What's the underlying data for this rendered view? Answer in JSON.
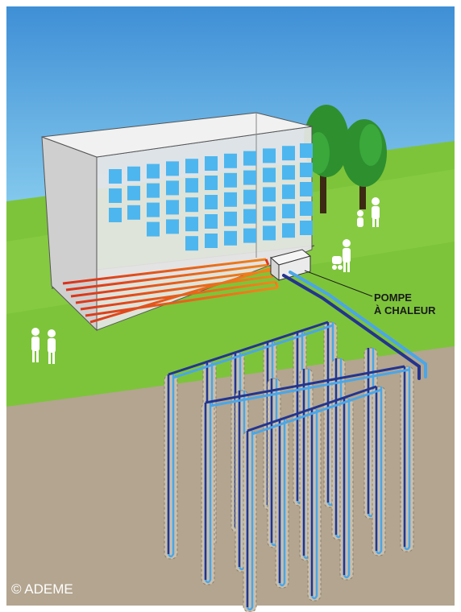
{
  "labels": {
    "pump_line1": "POMPE",
    "pump_line2": "À CHALEUR"
  },
  "credit": "© ADEME",
  "colors": {
    "sky_top": "#3f8fd6",
    "sky_bottom": "#8fd3f0",
    "grass": "#7dc43a",
    "soil": "#b3a58f",
    "building_side": "#c4c4c4",
    "building_front": "#e4e4e4",
    "window": "#4db6ef",
    "pipe_dark": "#23348f",
    "pipe_light": "#4aa6e8",
    "floor_heating": "#d9301c",
    "people": "#ffffff"
  },
  "icons": [
    "building-icon",
    "heat-pump-unit-icon",
    "tree-icon",
    "person-icon",
    "underfloor-heating-icon",
    "geothermal-probe-icon"
  ]
}
